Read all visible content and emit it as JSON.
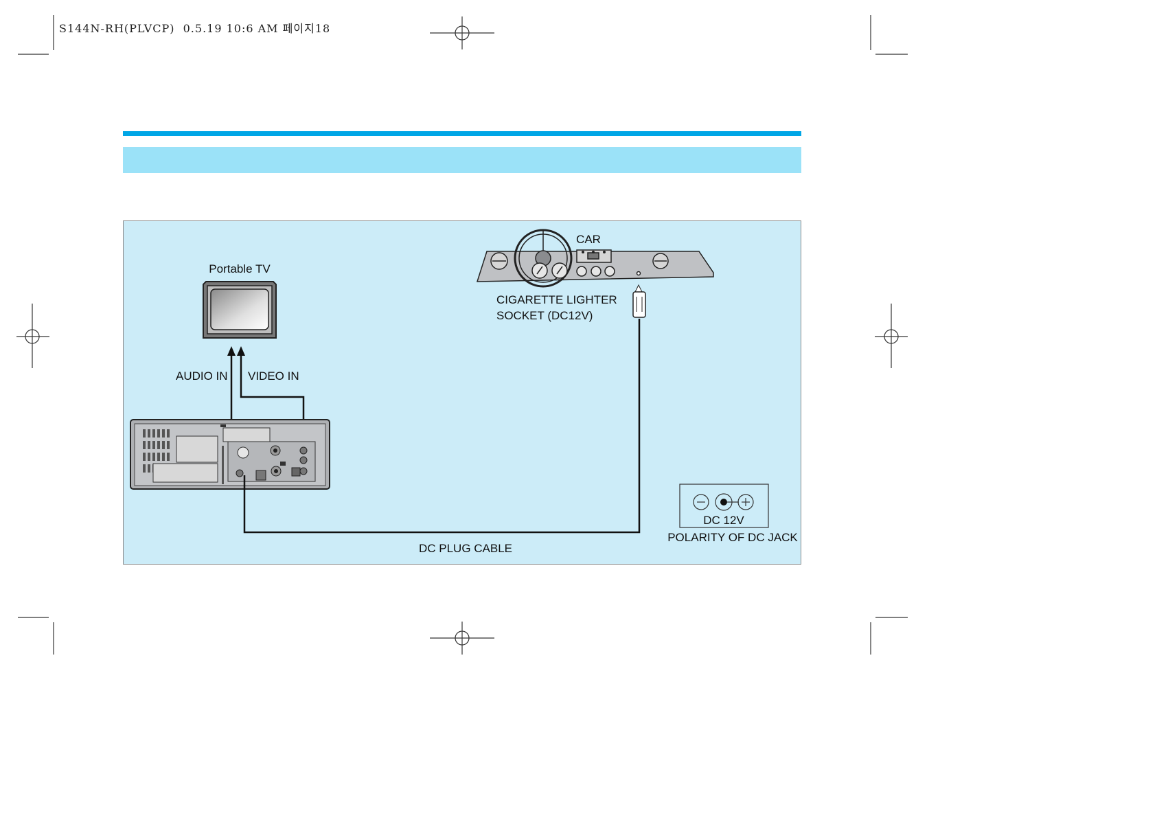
{
  "print_header": "S144N-RH(PLVCP)  0.5.19 10:6 AM 페이지18",
  "colors": {
    "accent_rule": "#00a6e6",
    "band": "#9be2f8",
    "panel": "#ccecf8"
  },
  "diagram": {
    "portable_tv": "Portable TV",
    "car": "CAR",
    "cigarette_line1": "CIGARETTE LIGHTER",
    "cigarette_line2": "SOCKET (DC12V)",
    "audio_in": "AUDIO IN",
    "video_in": "VIDEO IN",
    "dc_plug_cable": "DC PLUG CABLE",
    "dc_12v": "DC 12V",
    "polarity": "POLARITY OF DC JACK"
  }
}
